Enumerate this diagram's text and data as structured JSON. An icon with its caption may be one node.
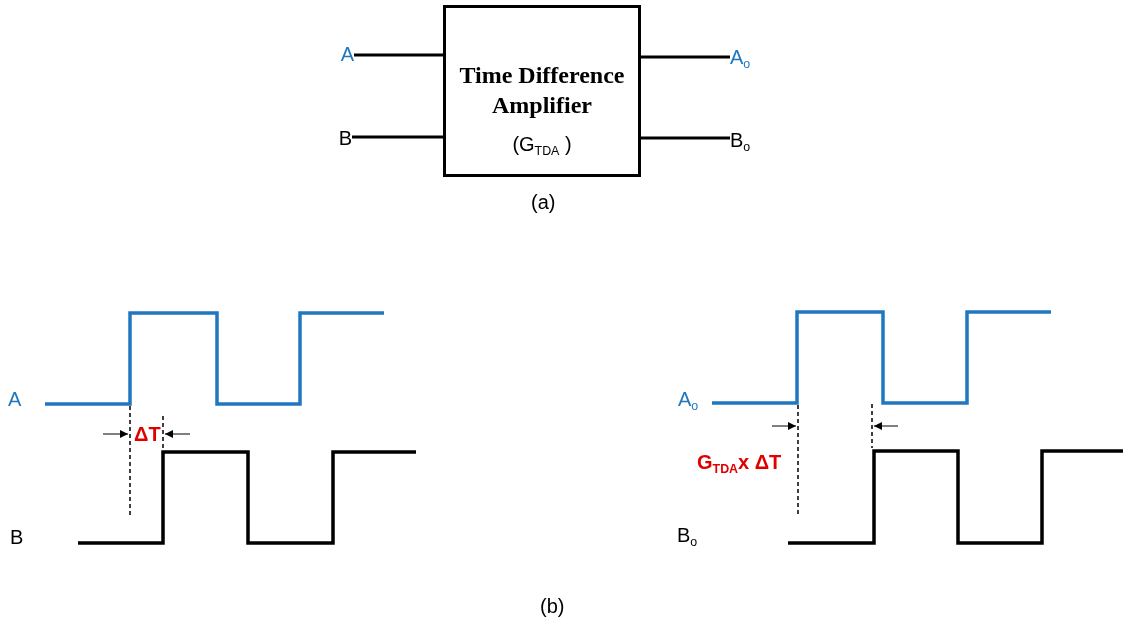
{
  "diagram": {
    "nodes": [
      {
        "text": [
          "Time Difference Amplifier",
          "(G$_{TDA}$ )"
        ]
      },
      {
        "text": [
          "A"
        ]
      },
      {
        "text": [
          "B"
        ]
      },
      {
        "text": [
          "A$_{o}$"
        ]
      },
      {
        "text": [
          "B$_{o}$"
        ]
      }
    ],
    "edges": [
      {
        "from": 1,
        "to": 0,
        "arrow": "none"
      },
      {
        "from": 2,
        "to": 0,
        "arrow": "none"
      },
      {
        "from": 0,
        "to": 3,
        "arrow": "none"
      },
      {
        "from": 0,
        "to": 4,
        "arrow": "none"
      }
    ],
    "labels": [
      "(a)",
      "A",
      "ΔT",
      "B",
      "A$_{o}$",
      "G$_{TDA}$x ΔT",
      "B$_{o}$",
      "(b)"
    ]
  }
}
